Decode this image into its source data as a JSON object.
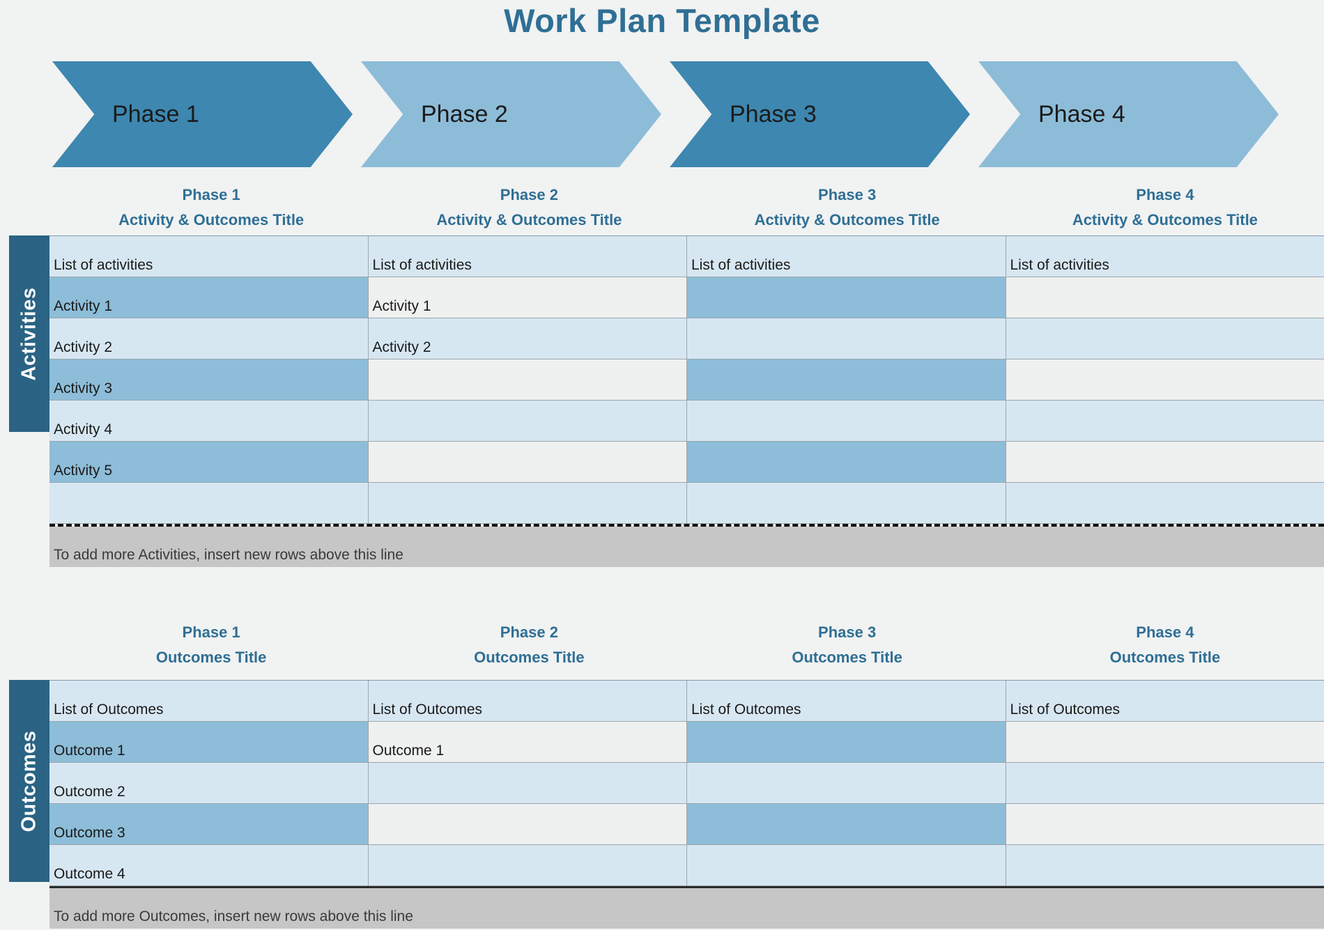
{
  "title": "Work Plan Template",
  "colors": {
    "title_blue": "#2f6f95",
    "chevron_dark": "#3d87b0",
    "chevron_light": "#8dbcd8",
    "sidebar": "#2a6383",
    "band_blue": "#d7e7f2",
    "band_mid": "#8dbdd8",
    "band_gray": "#eff0f0",
    "note_bar": "#c6c6c6",
    "page_bg": "#f1f2f2"
  },
  "phase_banner": [
    {
      "label": "Phase 1",
      "fill": "#3d87b0"
    },
    {
      "label": "Phase 2",
      "fill": "#8dbcd8"
    },
    {
      "label": "Phase 3",
      "fill": "#3d87b0"
    },
    {
      "label": "Phase 4",
      "fill": "#8dbcd8"
    }
  ],
  "activities": {
    "side_label": "Activities",
    "headers": [
      {
        "line1": "Phase 1",
        "line2": "Activity & Outcomes Title"
      },
      {
        "line1": "Phase 2",
        "line2": "Activity & Outcomes Title"
      },
      {
        "line1": "Phase 3",
        "line2": "Activity & Outcomes Title"
      },
      {
        "line1": "Phase 4",
        "line2": "Activity & Outcomes Title"
      }
    ],
    "columns": [
      {
        "bands": [
          "blue",
          "mid",
          "blue",
          "mid",
          "blue",
          "mid",
          "blue"
        ],
        "cells": [
          "List of activities",
          "Activity 1",
          "Activity 2",
          "Activity 3",
          "Activity 4",
          "Activity 5",
          ""
        ]
      },
      {
        "bands": [
          "blue",
          "gray",
          "blue",
          "gray",
          "blue",
          "gray",
          "blue"
        ],
        "cells": [
          "List of activities",
          "Activity 1",
          "Activity 2",
          "",
          "",
          "",
          ""
        ]
      },
      {
        "bands": [
          "blue",
          "mid",
          "blue",
          "mid",
          "blue",
          "mid",
          "blue"
        ],
        "cells": [
          "List of activities",
          "",
          "",
          "",
          "",
          "",
          ""
        ]
      },
      {
        "bands": [
          "blue",
          "gray",
          "blue",
          "gray",
          "blue",
          "gray",
          "blue"
        ],
        "cells": [
          "List of activities",
          "",
          "",
          "",
          "",
          "",
          ""
        ]
      }
    ],
    "note": "To add more Activities, insert new rows above this line"
  },
  "outcomes": {
    "side_label": "Outcomes",
    "headers": [
      {
        "line1": "Phase 1",
        "line2": "Outcomes Title"
      },
      {
        "line1": "Phase 2",
        "line2": "Outcomes Title"
      },
      {
        "line1": "Phase 3",
        "line2": "Outcomes Title"
      },
      {
        "line1": "Phase 4",
        "line2": "Outcomes Title"
      }
    ],
    "columns": [
      {
        "bands": [
          "blue",
          "mid",
          "blue",
          "mid",
          "blue"
        ],
        "cells": [
          "List of Outcomes",
          "Outcome 1",
          "Outcome 2",
          "Outcome 3",
          "Outcome 4"
        ]
      },
      {
        "bands": [
          "blue",
          "gray",
          "blue",
          "gray",
          "blue"
        ],
        "cells": [
          "List of Outcomes",
          "Outcome 1",
          "",
          "",
          ""
        ]
      },
      {
        "bands": [
          "blue",
          "mid",
          "blue",
          "mid",
          "blue"
        ],
        "cells": [
          "List of Outcomes",
          "",
          "",
          "",
          ""
        ]
      },
      {
        "bands": [
          "blue",
          "gray",
          "blue",
          "gray",
          "blue"
        ],
        "cells": [
          "List of Outcomes",
          "",
          "",
          "",
          ""
        ]
      }
    ],
    "note": "To add more Outcomes, insert new rows above this line"
  }
}
